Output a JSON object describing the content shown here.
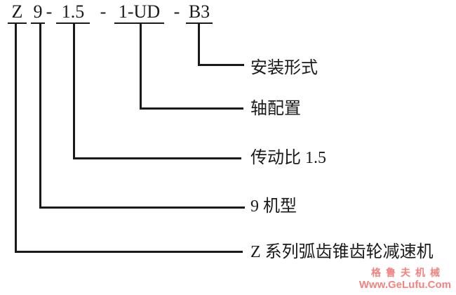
{
  "title_code": {
    "full": "Z 9-1.5 - 1-UD - B3",
    "segments": [
      "Z",
      "9",
      "1.5",
      "1-UD",
      "B3"
    ],
    "separator": "-"
  },
  "callouts": [
    {
      "segment": "B3",
      "label": "安装形式"
    },
    {
      "segment": "1-UD",
      "label": "轴配置"
    },
    {
      "segment": "1.5",
      "label": "传动比 1.5"
    },
    {
      "segment": "9",
      "label": "9 机型"
    },
    {
      "segment": "Z",
      "label": "Z 系列弧齿锥齿轮减速机"
    }
  ],
  "watermark": {
    "brand": "格鲁夫机械",
    "url": "Www.GeLufu.Com",
    "color": "#f2837f"
  },
  "colors": {
    "line": "#1a1a1a",
    "text": "#1a1a1a",
    "background": "#ffffff"
  }
}
